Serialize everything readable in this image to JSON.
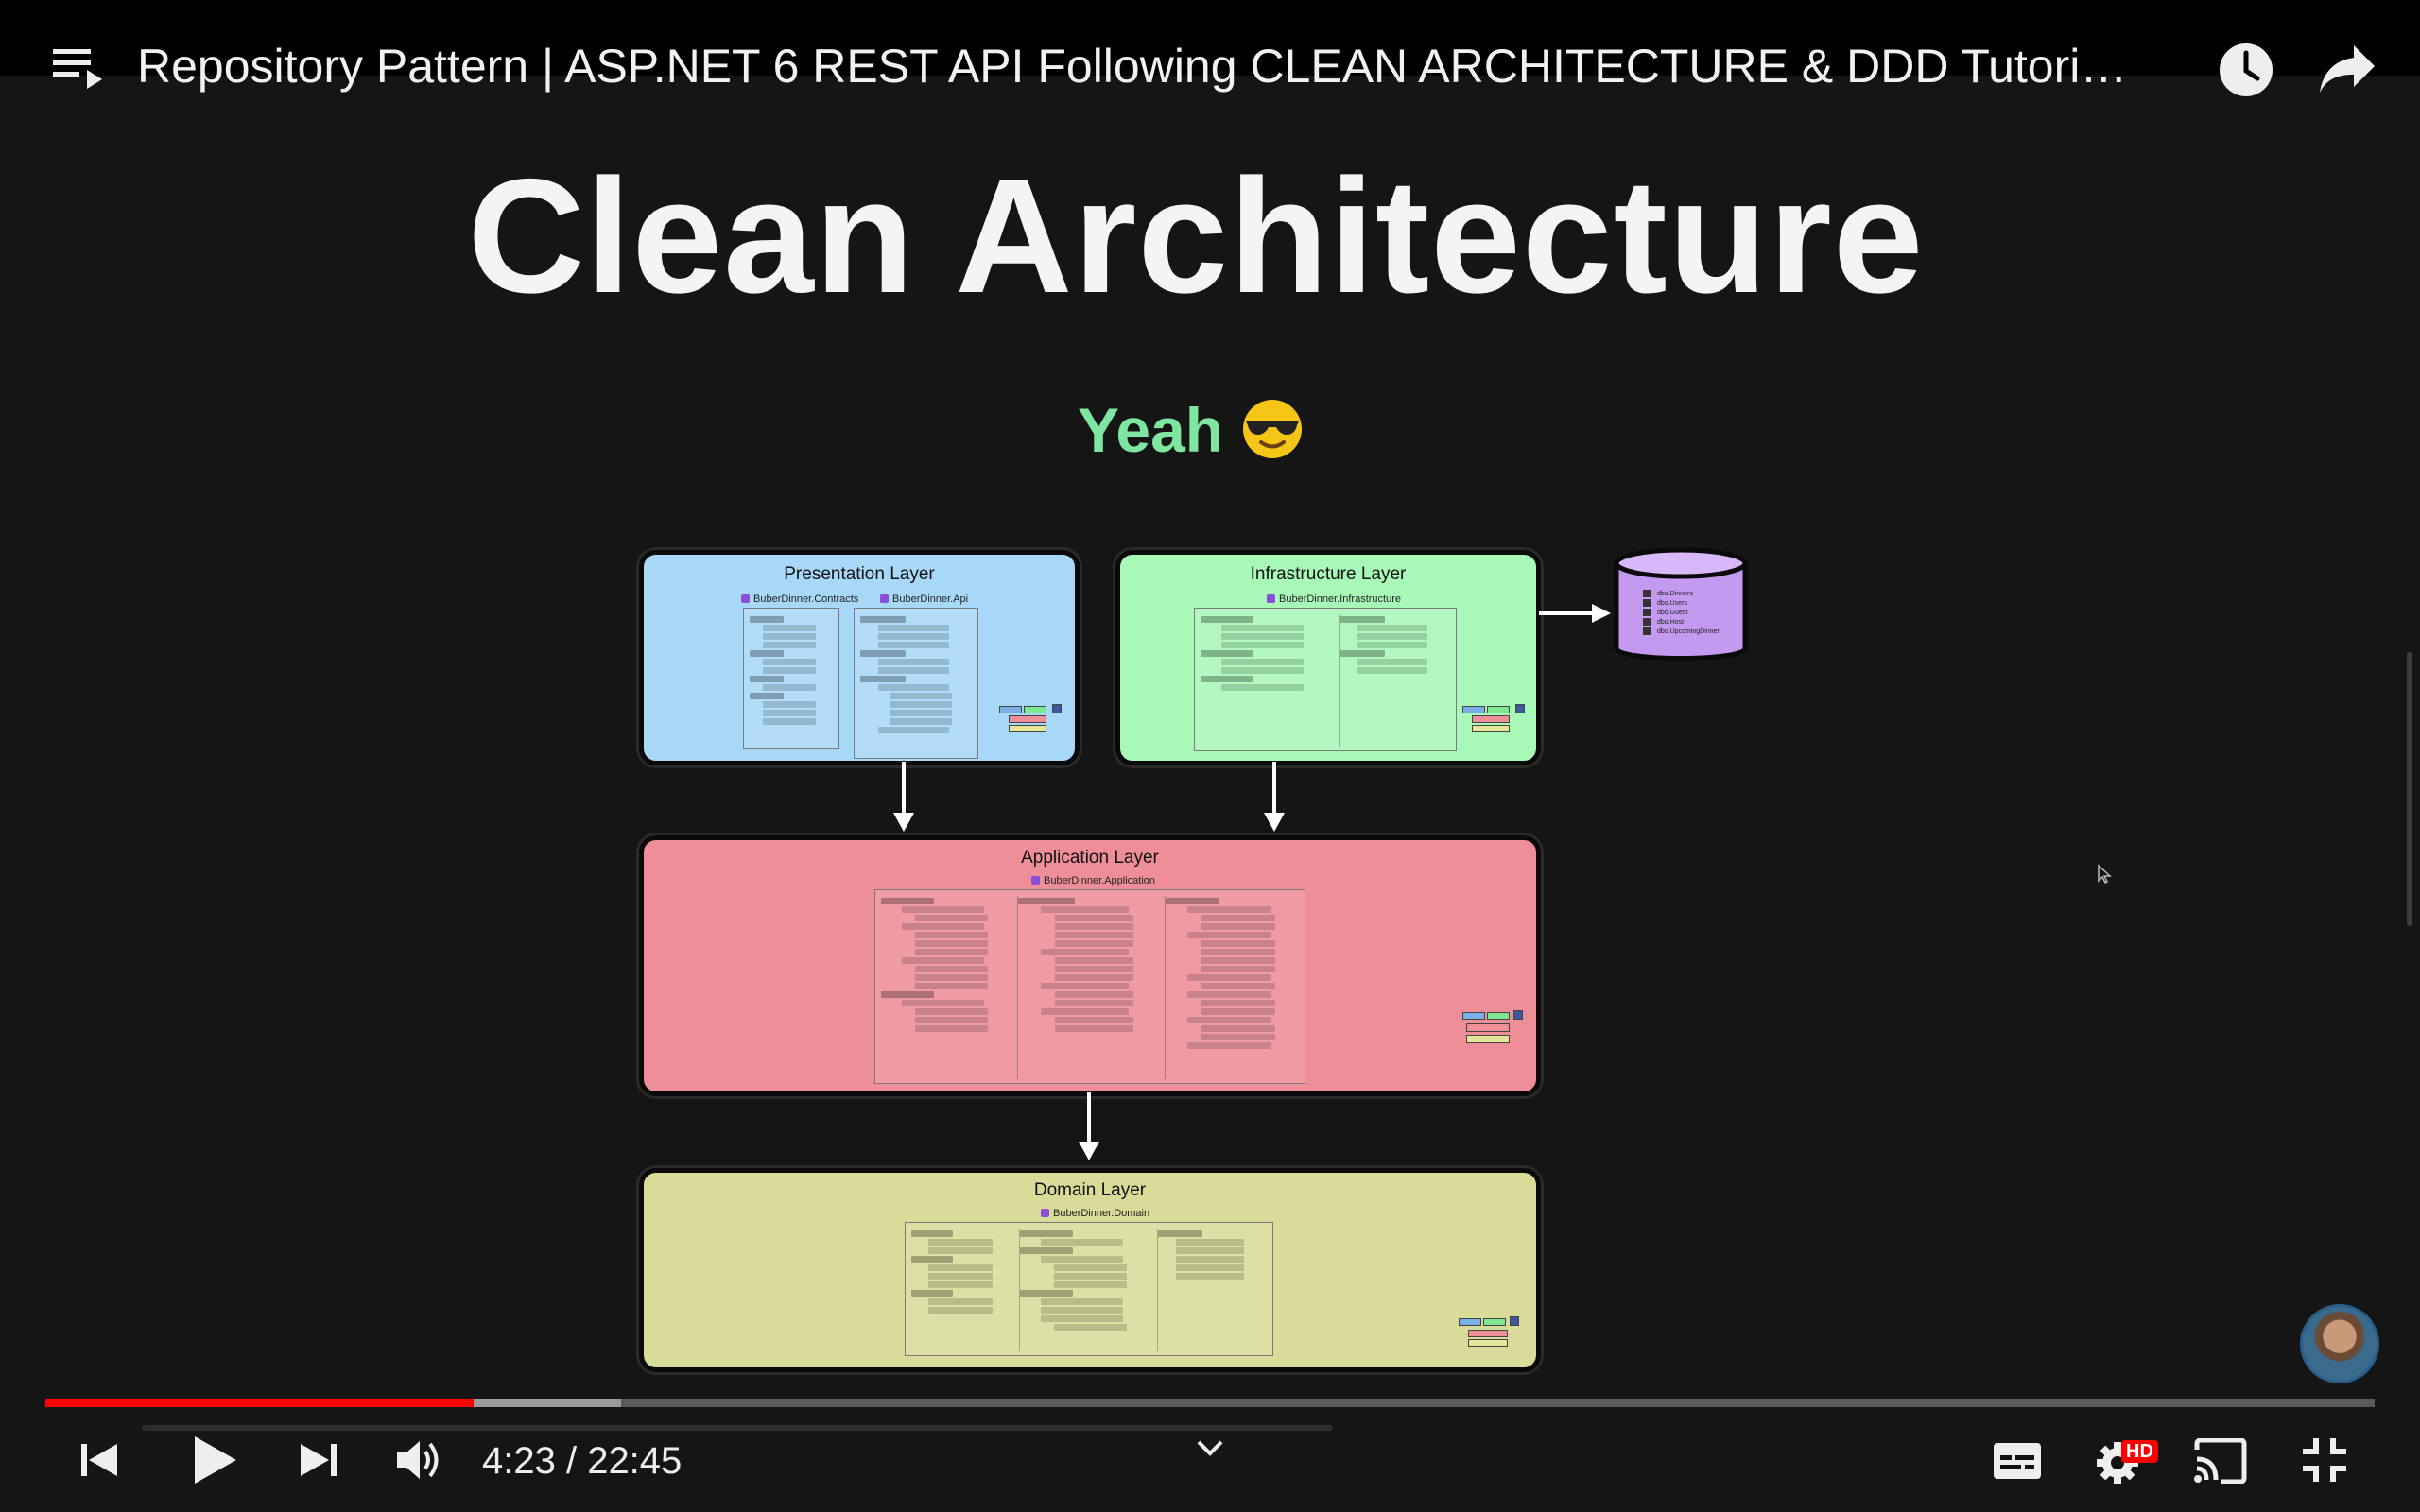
{
  "player": {
    "video_title": "Repository Pattern | ASP.NET 6 REST API Following CLEAN ARCHITECTURE & DDD Tutori…",
    "time_display": "4:23 / 22:45",
    "progress": {
      "played_fraction": 0.184,
      "loaded_fraction": 0.247
    },
    "quality_badge": "HD",
    "colors": {
      "progress": "#ff0000",
      "badge": "#ff0000"
    }
  },
  "slide": {
    "title": "Clean Architecture",
    "subtitle": "Yeah",
    "subtitle_emoji": "sunglasses-emoji",
    "layers": {
      "presentation": {
        "title": "Presentation Layer",
        "projects": [
          "BuberDinner.Contracts",
          "BuberDinner.Api"
        ],
        "color": "#a8d8f8"
      },
      "infrastructure": {
        "title": "Infrastructure Layer",
        "projects": [
          "BuberDinner.Infrastructure"
        ],
        "color": "#a8f8b8"
      },
      "application": {
        "title": "Application Layer",
        "projects": [
          "BuberDinner.Application"
        ],
        "color": "#ee8e98"
      },
      "domain": {
        "title": "Domain Layer",
        "projects": [
          "BuberDinner.Domain"
        ],
        "color": "#d8dc98"
      }
    },
    "database": {
      "tables": [
        "dbo.Dinners",
        "dbo.Users",
        "dbo.Guest",
        "dbo.Host",
        "dbo.UpcomingDinner"
      ],
      "color": "#c49af0"
    }
  }
}
